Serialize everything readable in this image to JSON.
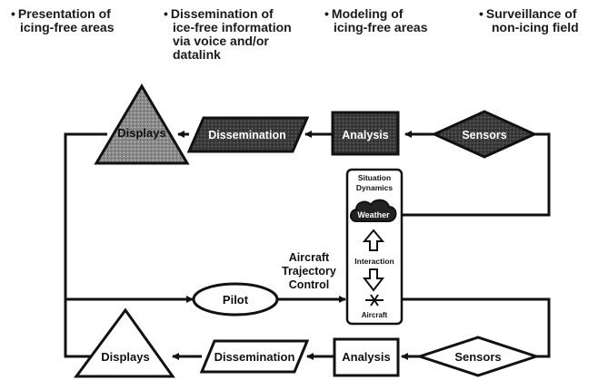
{
  "bullets": [
    {
      "marker": "•",
      "text": "Presentation of icing-free areas",
      "lines": [
        "Presentation of",
        "icing-free areas"
      ]
    },
    {
      "marker": "•",
      "text": "Dissemination of ice-free information via voice and/or datalink",
      "lines": [
        "Dissemination of",
        "ice-free information",
        "via voice and/or",
        "datalink"
      ]
    },
    {
      "marker": "•",
      "text": "Modeling of icing-free areas",
      "lines": [
        "Modeling of",
        "icing-free areas"
      ]
    },
    {
      "marker": "•",
      "text": "Surveillance of non-icing field",
      "lines": [
        "Surveillance of",
        "non-icing field"
      ]
    }
  ],
  "top_row": {
    "displays": "Displays",
    "dissemination": "Dissemination",
    "analysis": "Analysis",
    "sensors": "Sensors"
  },
  "bottom_row": {
    "displays": "Displays",
    "dissemination": "Dissemination",
    "analysis": "Analysis",
    "sensors": "Sensors"
  },
  "situation_box": {
    "title_line1": "Situation",
    "title_line2": "Dynamics",
    "weather": "Weather",
    "interaction": "Interaction",
    "aircraft": "Aircraft"
  },
  "control_label": [
    "Aircraft",
    "Trajectory",
    "Control"
  ],
  "pilot": "Pilot"
}
